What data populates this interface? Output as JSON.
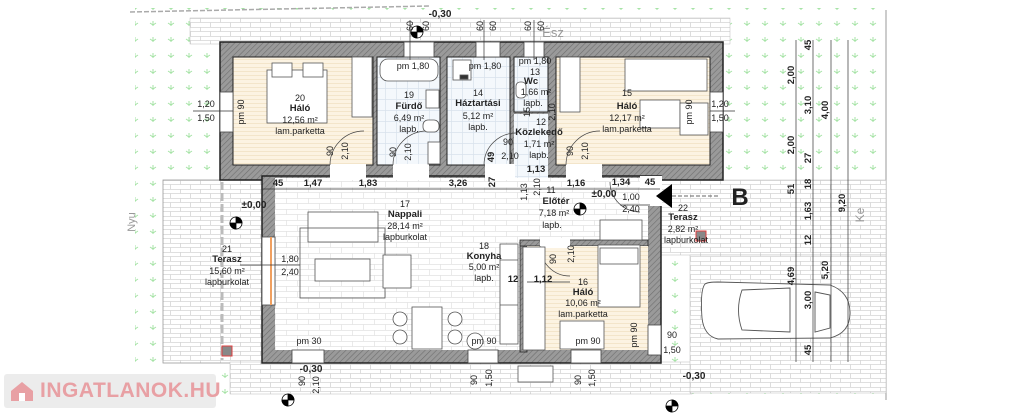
{
  "rooms": [
    {
      "number": "20",
      "name": "Háló",
      "area": "12,56 m²",
      "floor": "lam.parketta"
    },
    {
      "number": "19",
      "name": "Fürdő",
      "area": "6,49 m²",
      "floor": "lapb."
    },
    {
      "number": "14",
      "name": "Háztartási",
      "area": "5,12 m²",
      "floor": "lapb."
    },
    {
      "number": "13",
      "name": "Wc",
      "area": "1,66 m²",
      "floor": "lapb."
    },
    {
      "number": "12",
      "name": "Közlekedő",
      "area": "1,71 m²",
      "floor": "lapb."
    },
    {
      "number": "15",
      "name": "Háló",
      "area": "12,17 m²",
      "floor": "lam.parketta"
    },
    {
      "number": "17",
      "name": "Nappali",
      "area": "28,14 m²",
      "floor": "lapburkolat"
    },
    {
      "number": "11",
      "name": "Előtér",
      "area": "7,18 m²",
      "floor": "lapb."
    },
    {
      "number": "22",
      "name": "Terasz",
      "area": "2,82 m²",
      "floor": "lapburkolat"
    },
    {
      "number": "21",
      "name": "Terasz",
      "area": "15,60 m²",
      "floor": "lapburkolat"
    },
    {
      "number": "18",
      "name": "Konyha",
      "area": "5,00 m²",
      "floor": "lapb."
    },
    {
      "number": "16",
      "name": "Háló",
      "area": "10,06 m²",
      "floor": "lam.parketta"
    }
  ],
  "levels": {
    "top": "-0,30",
    "left": "±0,00",
    "entrance": "±0,00",
    "bottom_left": "-0,30",
    "bottom_right": "-0,30"
  },
  "entrance_label": "B",
  "compass": {
    "north": "Ész",
    "west": "Nyu",
    "east": "Ke"
  },
  "openings": {
    "top_a1": "60",
    "top_a2": "60",
    "top_b1": "60",
    "top_b2": "60",
    "top_c1": "60",
    "top_c2": "60",
    "bath_pm": "pm 1,80",
    "util_pm": "pm 1,80",
    "wc_pm": "pm 1,80",
    "r20_pm": "pm 90",
    "r20_w1": "1,20",
    "r20_w2": "1,50",
    "r20_d1": "90",
    "r20_d2": "2,10",
    "r19_d1": "90",
    "r19_d2": "2,10",
    "wc_d1": "15",
    "wc_d2": "2,10",
    "hall_d1": "90",
    "hall_d2": "2,10",
    "hall_d3": "49",
    "r15_pm": "pm 90",
    "r15_w1": "1,20",
    "r15_w2": "1,50",
    "r15_d1": "90",
    "r15_d2": "2,10",
    "entry_w": "1,00",
    "entry_h": "2,40",
    "liv_w": "1,80",
    "liv_h": "2,40",
    "r16_d1": "90",
    "r16_d2": "2,10",
    "r16_pm": "pm 90",
    "r16_w1": "90",
    "r16_w2": "1,50",
    "s_pm1": "pm 30",
    "s_pm2": "pm 90",
    "s_pm3": "pm 90",
    "s_a1": "90",
    "s_a2": "2,10",
    "s_b1": "90",
    "s_b2": "1,50",
    "s_c1": "90",
    "s_c2": "1,50"
  },
  "dimensions": {
    "row": [
      "45",
      "1,47",
      "1,83",
      "3,26",
      "27",
      "1,13",
      "1,16",
      "1,34",
      "45"
    ],
    "hall_v": [
      "1,13",
      "2,10"
    ],
    "kitchen": [
      "12",
      "1,12"
    ],
    "right_col1": [
      "2,00",
      "2,00",
      "51",
      "4,69"
    ],
    "right_col2": [
      "45",
      "3,10",
      "27",
      "18",
      "1,63",
      "12",
      "3,00",
      "45"
    ],
    "right_col3": [
      "4,00",
      "5,20"
    ],
    "right_col4": [
      "9,20"
    ]
  },
  "watermark": "INGATLANOK.HU",
  "colors": {
    "wall": "#8a8a8a",
    "wood": "#fbf1de",
    "tile": "#eef4fb",
    "grass": "#9be39b",
    "window_red": "#e04040",
    "watermark": "#e8a0a4"
  }
}
